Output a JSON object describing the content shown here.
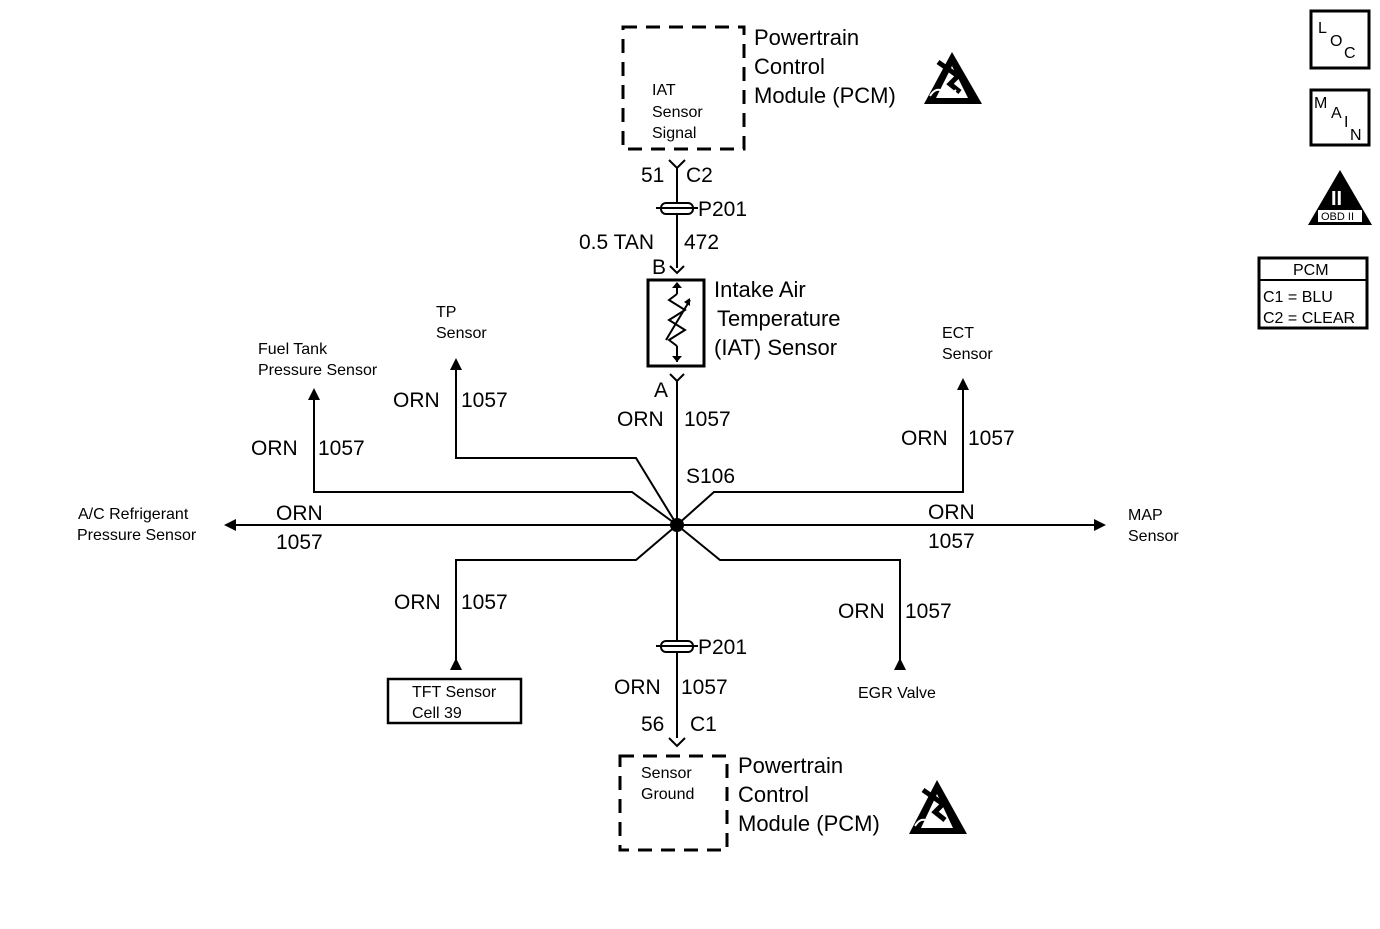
{
  "pcm_top": {
    "title_lines": [
      "Powertrain",
      "Control",
      "Module (PCM)"
    ],
    "pin_lines": [
      "IAT",
      "Sensor",
      "Signal"
    ],
    "pin": "51",
    "connector": "C2"
  },
  "pcm_bottom": {
    "title_lines": [
      "Powertrain",
      "Control",
      "Module (PCM)"
    ],
    "pin_lines": [
      "Sensor",
      "Ground"
    ],
    "pin": "56",
    "connector": "C1"
  },
  "connector_top": {
    "label": "P201"
  },
  "connector_bottom": {
    "label": "P201"
  },
  "wire_iat_signal": {
    "gauge_color": "0.5 TAN",
    "circuit": "472"
  },
  "iat_sensor": {
    "name_lines": [
      "Intake Air",
      "Temperature",
      "(IAT) Sensor"
    ],
    "terminal_b": "B",
    "terminal_a": "A"
  },
  "wire_iat_ground": {
    "color": "ORN",
    "circuit": "1057"
  },
  "splice": {
    "label": "S106"
  },
  "branches": {
    "tp": {
      "name_lines": [
        "TP",
        "Sensor"
      ],
      "color": "ORN",
      "circuit": "1057"
    },
    "fuel_tank": {
      "name_lines": [
        "Fuel Tank",
        "Pressure Sensor"
      ],
      "color": "ORN",
      "circuit": "1057"
    },
    "ect": {
      "name_lines": [
        "ECT",
        "Sensor"
      ],
      "color": "ORN",
      "circuit": "1057"
    },
    "ac": {
      "name_lines": [
        "A/C Refrigerant",
        "Pressure Sensor"
      ],
      "color": "ORN",
      "circuit": "1057"
    },
    "map": {
      "name_lines": [
        "MAP",
        "Sensor"
      ],
      "color": "ORN",
      "circuit": "1057"
    },
    "tft": {
      "name_lines": [
        "TFT Sensor",
        "Cell 39"
      ],
      "color": "ORN",
      "circuit": "1057"
    },
    "egr": {
      "name": "EGR Valve",
      "color": "ORN",
      "circuit": "1057"
    },
    "pcm_ground": {
      "color": "ORN",
      "circuit": "1057"
    }
  },
  "side_icons": {
    "loc": [
      "L",
      "O",
      "C"
    ],
    "main": [
      "M",
      "A",
      "I",
      "N"
    ],
    "obd": {
      "roman": "II",
      "label": "OBD II"
    }
  },
  "pcm_legend": {
    "title": "PCM",
    "rows": [
      "C1 = BLU",
      "C2 = CLEAR"
    ]
  }
}
